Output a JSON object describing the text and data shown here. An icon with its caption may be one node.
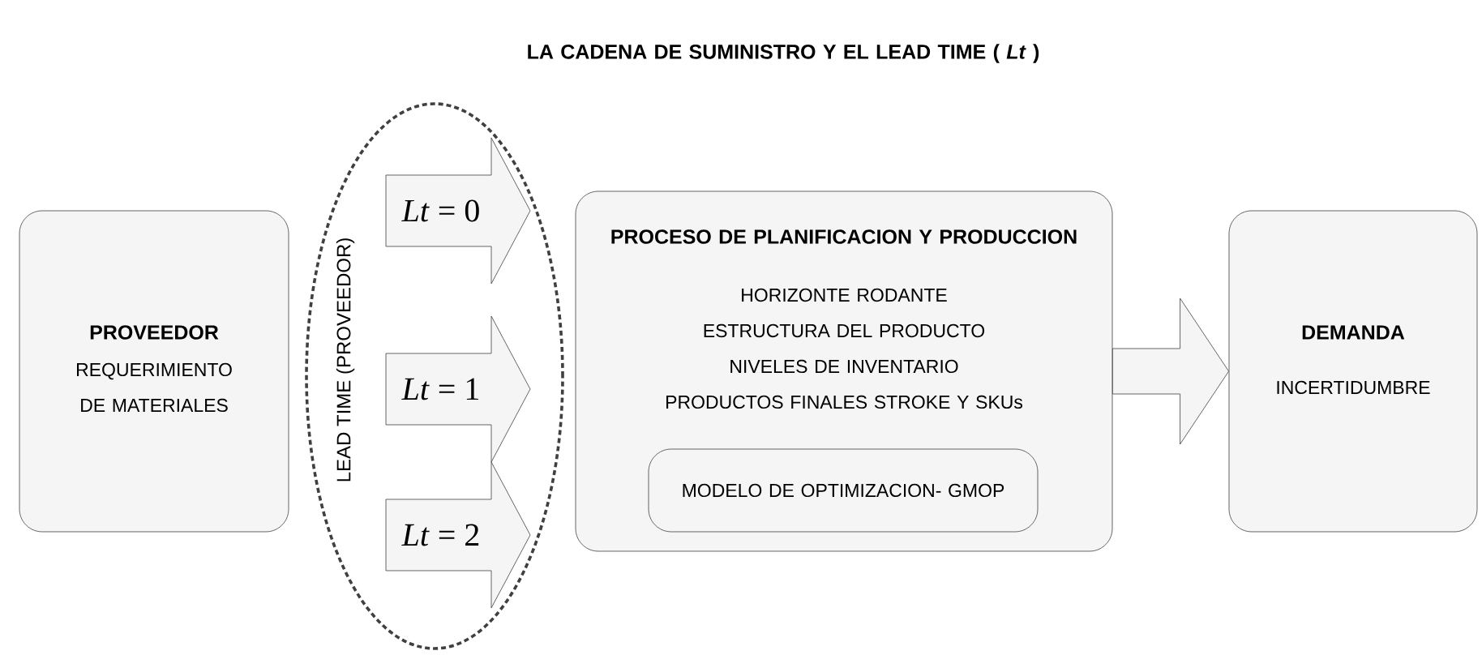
{
  "diagram": {
    "title": "LA CADENA DE SUMINISTRO Y EL LEAD TIME ( *Lt* )",
    "nodes": [
      {
        "text": [
          "PROVEEDOR",
          "REQUERIMIENTO DE MATERIALES"
        ]
      },
      {
        "text": [
          "LEAD TIME (PROVEEDOR)"
        ]
      },
      {
        "text": [
          "*Lt* = 0"
        ],
        "in": 1
      },
      {
        "text": [
          "*Lt* = 1"
        ],
        "in": 1
      },
      {
        "text": [
          "*Lt* = 2"
        ],
        "in": 1
      },
      {
        "text": [
          "PROCESO DE PLANIFICACION Y PRODUCCION",
          "HORIZONTE RODANTE",
          "ESTRUCTURA DEL PRODUCTO",
          "NIVELES DE INVENTARIO",
          "PRODUCTOS FINALES STROKE Y SKUs"
        ]
      },
      {
        "text": [
          "MODELO DE OPTIMIZACION- GMOP"
        ],
        "in": 5
      },
      {
        "text": [
          "DEMANDA",
          "INCERTIDUMBRE"
        ]
      }
    ],
    "edges": [
      {
        "from": 5,
        "to": 7,
        "arrow": "to"
      }
    ]
  }
}
